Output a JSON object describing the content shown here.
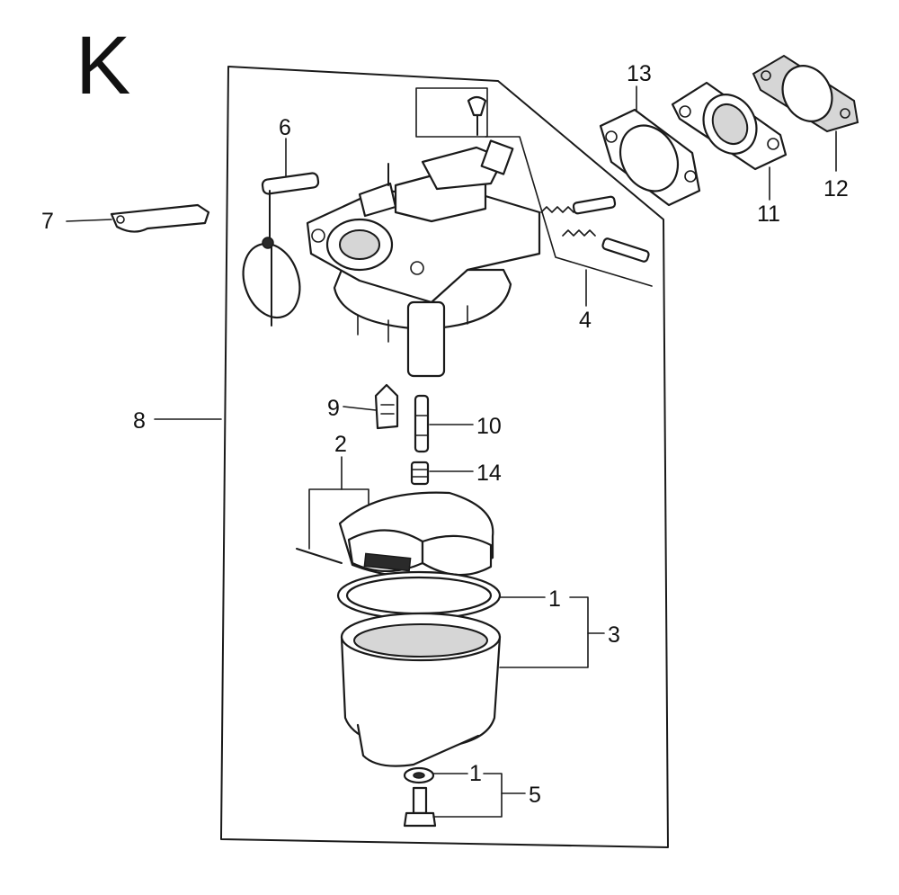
{
  "section_letter": "K",
  "callouts": {
    "c1a": "1",
    "c1b": "1",
    "c2": "2",
    "c3": "3",
    "c4": "4",
    "c5": "5",
    "c6": "6",
    "c7": "7",
    "c8": "8",
    "c9": "9",
    "c10": "10",
    "c11": "11",
    "c12": "12",
    "c13": "13",
    "c14": "14"
  }
}
